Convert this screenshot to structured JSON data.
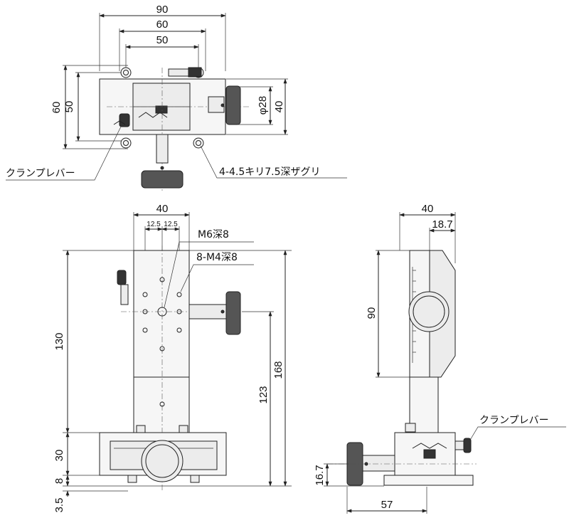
{
  "top_view": {
    "dims": {
      "w90": "90",
      "w60": "60",
      "w50": "50",
      "h60": "60",
      "h50": "50",
      "phi28": "φ28",
      "h40": "40"
    },
    "label_clamp": "クランプレバー",
    "label_holes": "4-4.5キリ7.5深ザグリ"
  },
  "front_view": {
    "dims": {
      "w40": "40",
      "p12a": "12.5",
      "p12b": "12.5",
      "h130": "130",
      "h168": "168",
      "h123": "123",
      "h30": "30",
      "h8": "8",
      "h35": "3.5"
    },
    "label_m6": "M6深8",
    "label_m4": "8-M4深8"
  },
  "side_view": {
    "dims": {
      "w40": "40",
      "w187": "18.7",
      "h90": "90",
      "h167": "16.7",
      "w57": "57"
    },
    "label_clamp": "クランプレバー"
  },
  "colors": {
    "line": "#222222",
    "fill": "#ececec",
    "knob": "#555555"
  }
}
